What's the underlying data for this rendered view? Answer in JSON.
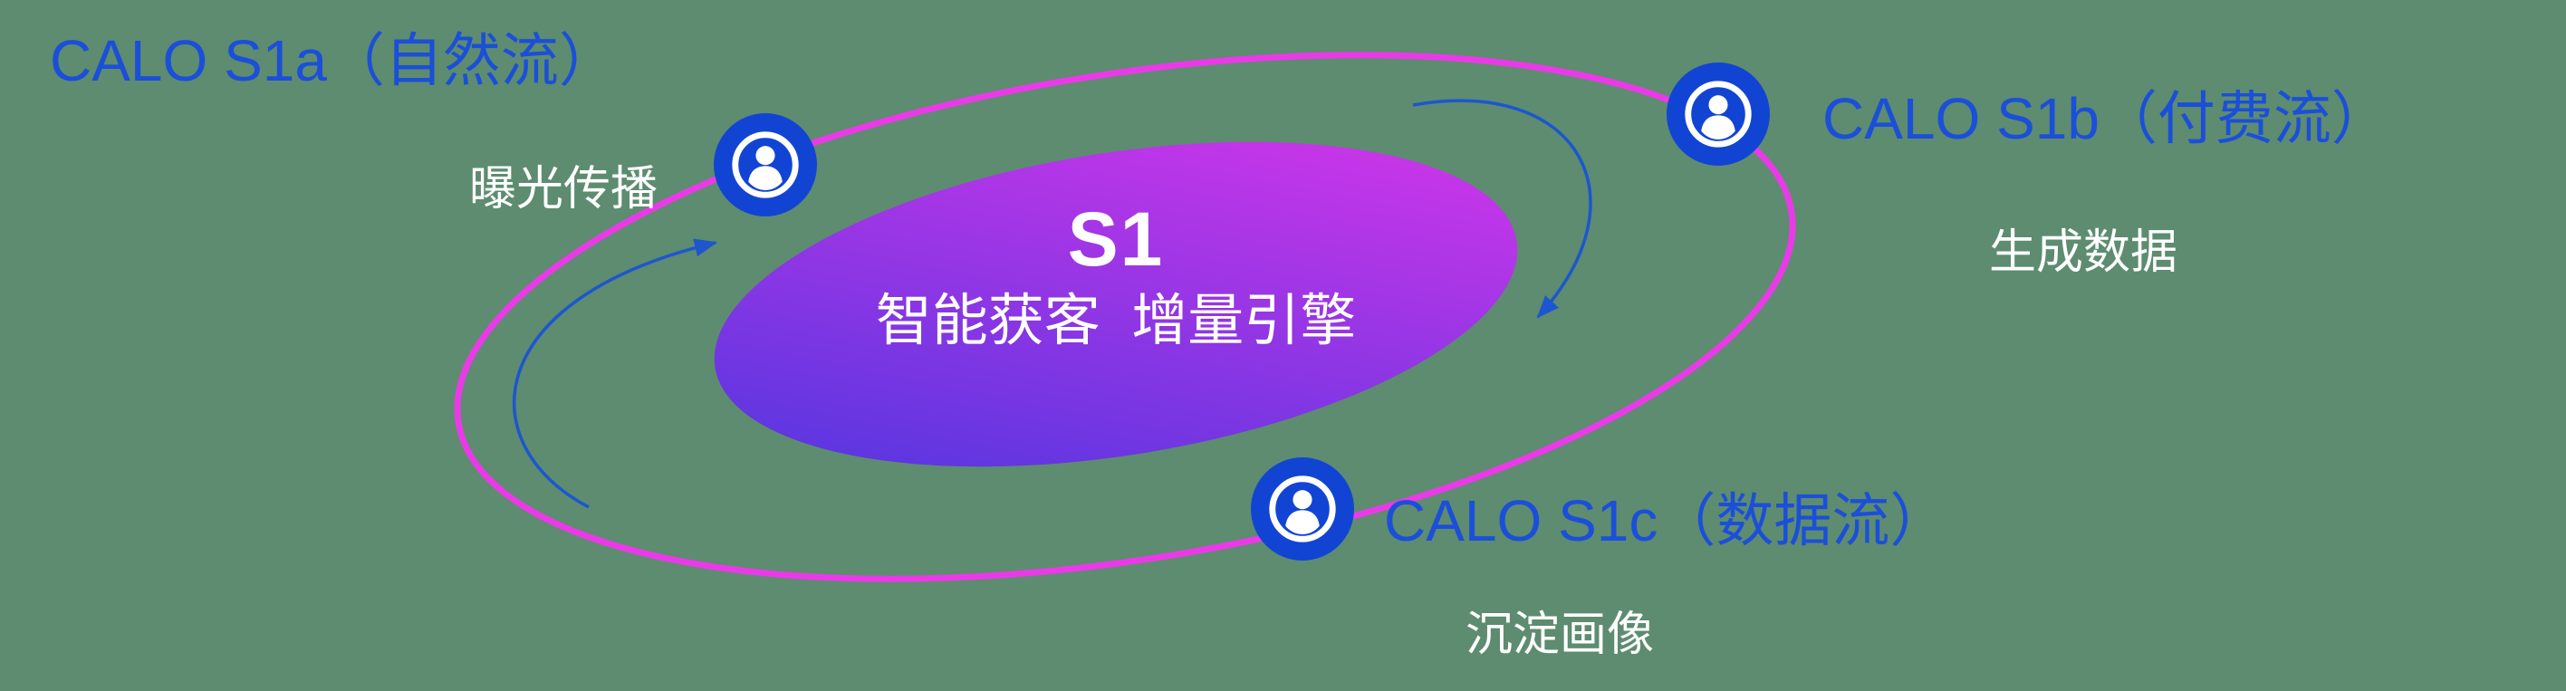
{
  "colors": {
    "background": "#5d8c70",
    "orbit": "#ea3ae8",
    "arrow": "#1d56cf",
    "node_fill": "#1244d4",
    "label_blue": "#1b4fd9",
    "text_white": "#ffffff",
    "gradient_start": "#4a36df",
    "gradient_end": "#db36ea"
  },
  "center": {
    "title": "S1",
    "subtitle": "智能获客  增量引擎"
  },
  "nodes": [
    {
      "id": "s1a",
      "label": "CALO S1a（自然流）",
      "subtitle": "曝光传播",
      "icon": "user-circle-icon"
    },
    {
      "id": "s1b",
      "label": "CALO S1b（付费流）",
      "subtitle": "生成数据",
      "icon": "user-circle-icon"
    },
    {
      "id": "s1c",
      "label": "CALO S1c（数据流）",
      "subtitle": "沉淀画像",
      "icon": "user-circle-icon"
    }
  ]
}
